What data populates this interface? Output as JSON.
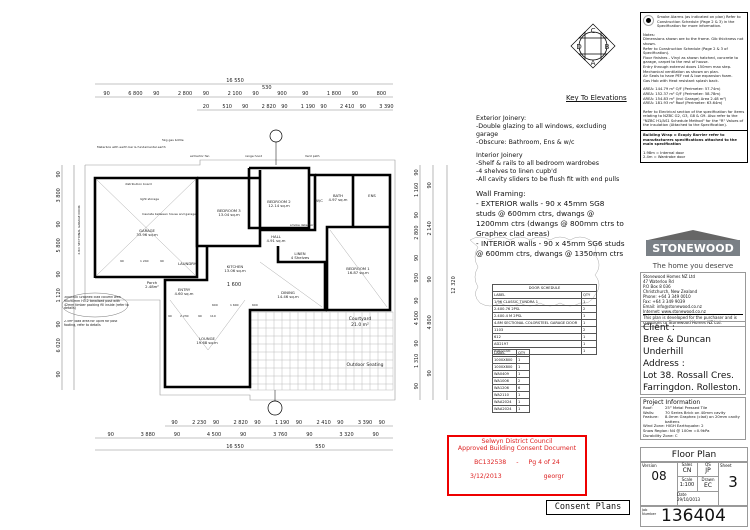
{
  "key_to_elevations": {
    "label": "Key To Elevations",
    "letters": [
      "A",
      "B",
      "C",
      "D"
    ]
  },
  "dimensions": {
    "overall": "16 550",
    "top_row1": [
      "90",
      "6 800",
      "90",
      "2 800",
      "90",
      "2 100",
      "90",
      "900",
      "90",
      "1 800",
      "90",
      "800"
    ],
    "top_row1_extra": "530",
    "top_row2": [
      "20",
      "510",
      "90",
      "2 820",
      "90",
      "1 190",
      "90",
      "2 410",
      "90",
      "3 390"
    ],
    "bottom_row1": [
      "90",
      "2 230",
      "90",
      "2 820",
      "90",
      "1 190",
      "90",
      "2 410",
      "90",
      "3 390",
      "90"
    ],
    "bottom_row2": [
      "90",
      "3 880",
      "90",
      "4 500",
      "90",
      "3 760",
      "90",
      "3 320",
      "90"
    ],
    "bottom_extra": "550",
    "right_overall": "12 320",
    "right_segments": [
      "90",
      "1 160",
      "90",
      "2 800",
      "90",
      "930",
      "90",
      "4 500",
      "90",
      "1 310",
      "90"
    ],
    "right_segments2": [
      "90",
      "2 140",
      "90",
      "4 800",
      "90"
    ],
    "left_segments": [
      "90",
      "3 800",
      "90",
      "5 800",
      "90",
      "1 120",
      "90",
      "6 020",
      "90"
    ]
  },
  "rooms": [
    {
      "name": "GARAGE",
      "area": "33.96 sq.m"
    },
    {
      "name": "BEDROOM 3",
      "area": "13.04 sq.m"
    },
    {
      "name": "BEDROOM 2",
      "area": "12.14 sq.m"
    },
    {
      "name": "BEDROOM 1",
      "area": "16.87 sq.m"
    },
    {
      "name": "HALL",
      "area": "4.91 sq.m"
    },
    {
      "name": "LINEN",
      "area": "4 Shelves"
    },
    {
      "name": "LAUNDRY",
      "area": ""
    },
    {
      "name": "ENTRY",
      "area": "4.60 sq.m"
    },
    {
      "name": "KITCHEN",
      "area": "13.06 sq.m"
    },
    {
      "name": "DINING",
      "area": "14.46 sq.m"
    },
    {
      "name": "LOUNGE",
      "area": "19.68 sq.m"
    },
    {
      "name": "BATH",
      "area": "4.97 sq.m"
    },
    {
      "name": "ENS",
      "area": ""
    },
    {
      "name": "W/C",
      "area": ""
    },
    {
      "name": "Porch",
      "area": "2.48m²"
    }
  ],
  "plan_labels": {
    "courtyard": "Courtyard",
    "courtyard_area": "21.0 m²",
    "outdoor": "Outdoor Seating",
    "kitchen_dim": "1 600",
    "garage_dims": [
      "90",
      "1 240",
      "90"
    ],
    "kitchen_dims": [
      "600",
      "1 600",
      "600"
    ],
    "lounge_dims": [
      "90",
      "2 230",
      "90",
      "110"
    ],
    "garage_door": "4.8m SECTIONAL GARAGE DOOR",
    "callouts": [
      "Meterbox with earth bar & fundamental earth",
      "5kg gas bottle",
      "extractor fan",
      "range hood",
      "Vent path",
      "distribution board",
      "light storage",
      "Insulate between house and garage",
      "smoke detector"
    ],
    "post_note": "300x300 Graphex clad column with 90x90mm H3.2 tanalised post with 42mm timber packing fill inside (refer to details)",
    "footing_note": "2.5m² load area for uplift for post footing, refer to details"
  },
  "notes": {
    "exterior_title": "Exterior Joinery:",
    "exterior": [
      "-Double glazing to all windows, excluding garage",
      "-Obscure: Bathroom, Ens & w/c"
    ],
    "interior_title": "Interior Joinery",
    "interior": [
      "-Shelf & rails to all bedroom wardrobes",
      "-4 shelves to linen  cupb'd",
      "-All cavity sliders to be flush fit with end pulls"
    ],
    "framing_title": "Wall Framing:",
    "framing": [
      "- EXTERIOR walls - 90 x 45mm SG8 studs @ 600mm ctrs, dwangs @ 1200mm ctrs (dwangs @ 800mm ctrs to Graphex clad areas)",
      "- INTERIOR walls - 90 x 45mm SG6 studs @ 600mm ctrs, dwangs @ 1350mm ctrs"
    ]
  },
  "door_schedule": {
    "title": "DOOR SCHEDULE",
    "headers": [
      "LABEL",
      "QTY"
    ],
    "rows": [
      [
        "1/96 CLASSIC TUNDRA 1",
        "1"
      ],
      [
        "2.4X0.76 2PSL",
        "2"
      ],
      [
        "2.4X0.4 M 2PSL",
        "1"
      ],
      [
        "4.8M SECTIONAL COLORSTEEL GARAGE DOOR",
        "1"
      ],
      [
        "1103",
        "2"
      ],
      [
        "612",
        "1"
      ],
      [
        "AD2197",
        "1"
      ],
      [
        "AD0210E",
        "1"
      ]
    ]
  },
  "window_schedule": {
    "headers": [
      "LABEL",
      "QTY"
    ],
    "rows": [
      [
        "1000X800",
        "1"
      ],
      [
        "1000X800",
        "1"
      ],
      [
        "WA0409",
        "1"
      ],
      [
        "WA1006",
        "2"
      ],
      [
        "WA1206",
        "6"
      ],
      [
        "WA2110",
        "1"
      ],
      [
        "WAA2024",
        "1"
      ],
      [
        "WAA2024",
        "1"
      ]
    ]
  },
  "spec_panel": {
    "smoke": "Smoke Alarms (as indicated on plan) Refer to Construction Schedule (Page 2 & 3) in the Specification for more information.",
    "notes_lines": [
      "Notes:",
      "Dimensions shown are to the frame. Gib thickness not shown.",
      "Refer to Construction Schedule (Page 2 & 3 of Specification).",
      "Floor finishes - Vinyl as shown hatched, concrete to garage, carpet to the rest of house.",
      "Entry through external doors 150mm max step.",
      "Mechanical ventilation as shown on plan.",
      "Air Seals to have PEF rod & low expansion foam.",
      "Gas Hob with Heat resistant splash back."
    ],
    "areas": [
      "AREA: 144.79 m² O/F (Perimeter: 57.74m)",
      "AREA: 152.37 m² O/F (Perimeter: 58.78m)",
      "AREA: 154.83 m² (incl Garage) Area 2.48 m²)",
      "AREA: 181.93 m² Roof (Perimeter: 63.64m)"
    ],
    "electrical": "Refer to Electrical section of the specification for items relating to NZBC G2, G3, G8 & G9. Also refer to the \"NZBC H1/AS1 Schedule Method\" for the \"R\" Values of the insulation (Attached to the Specification).",
    "wrap": "Building Wrap = Ecoply Barrier refer to manufacturers specifications attached to the main specification",
    "doors": [
      "1.98m = Internal door",
      "2.4m = Wardrobe door"
    ]
  },
  "brand": {
    "name": "STONEWOOD",
    "tagline": "The home you deserve",
    "color": "#7a8086"
  },
  "company": {
    "lines": [
      "Stonewood Homes NZ Ltd",
      "47 Waterloo Rd",
      "P.O Box 8 036",
      "Christchurch, New Zealand"
    ],
    "phone_label": "Phone:",
    "phone": "+64 3 349 0010",
    "fax_label": "Fax:",
    "fax": "+64 3 349 9039",
    "email_label": "Email:",
    "email": "info@stonewood.co.nz",
    "internet_label": "Internet:",
    "internet": "www.stonewood.co.nz",
    "copyright": "This plan is developed for the purchaser and is copyright to Stonewood Homes NZ Ltd."
  },
  "client": {
    "label": "Client :",
    "name1": "Bree & Duncan",
    "name2": "Underhill",
    "address_label": "Address :",
    "address1": "Lot 38. Rossall Cres.",
    "address2": "Farringdon. Rolleston."
  },
  "project": {
    "title": "Project Information",
    "rows": [
      [
        "Roof:",
        "25° Metal Pressed Tile"
      ],
      [
        "Walls:",
        "70 Series Brick on 40mm cavity"
      ],
      [
        "Feature:",
        "8.0mm Graphex (clad) on 20mm cavity battens"
      ]
    ],
    "wind": "Wind Zone: HIGH   Earthquake: 2",
    "snow": "Snow Region: N4 @ 100m =0.9kPa",
    "durability": "Durability Zone: C"
  },
  "sheet": {
    "title": "Floor Plan",
    "version_label": "Version",
    "version": "08",
    "sales_label": "Sales",
    "sales": "CN",
    "qs_label": "QS",
    "qs": "JP",
    "sheet_label": "Sheet",
    "sheet": "3",
    "scale_label": "Scale",
    "scale": "1:100",
    "drawn_label": "Drawn",
    "drawn": "EC",
    "date_label": "Date",
    "date": "29/10/2013",
    "job_label": "Job Number",
    "job": "136404"
  },
  "stamp": {
    "council": "Selwyn District Council",
    "doc": "Approved Building Consent Document",
    "ref": "BC132538",
    "sep": "-",
    "page": "Pg 4 of 24",
    "date": "3/12/2013",
    "user": "georgr",
    "color": "#dd2222"
  },
  "consent_label": "Consent Plans"
}
